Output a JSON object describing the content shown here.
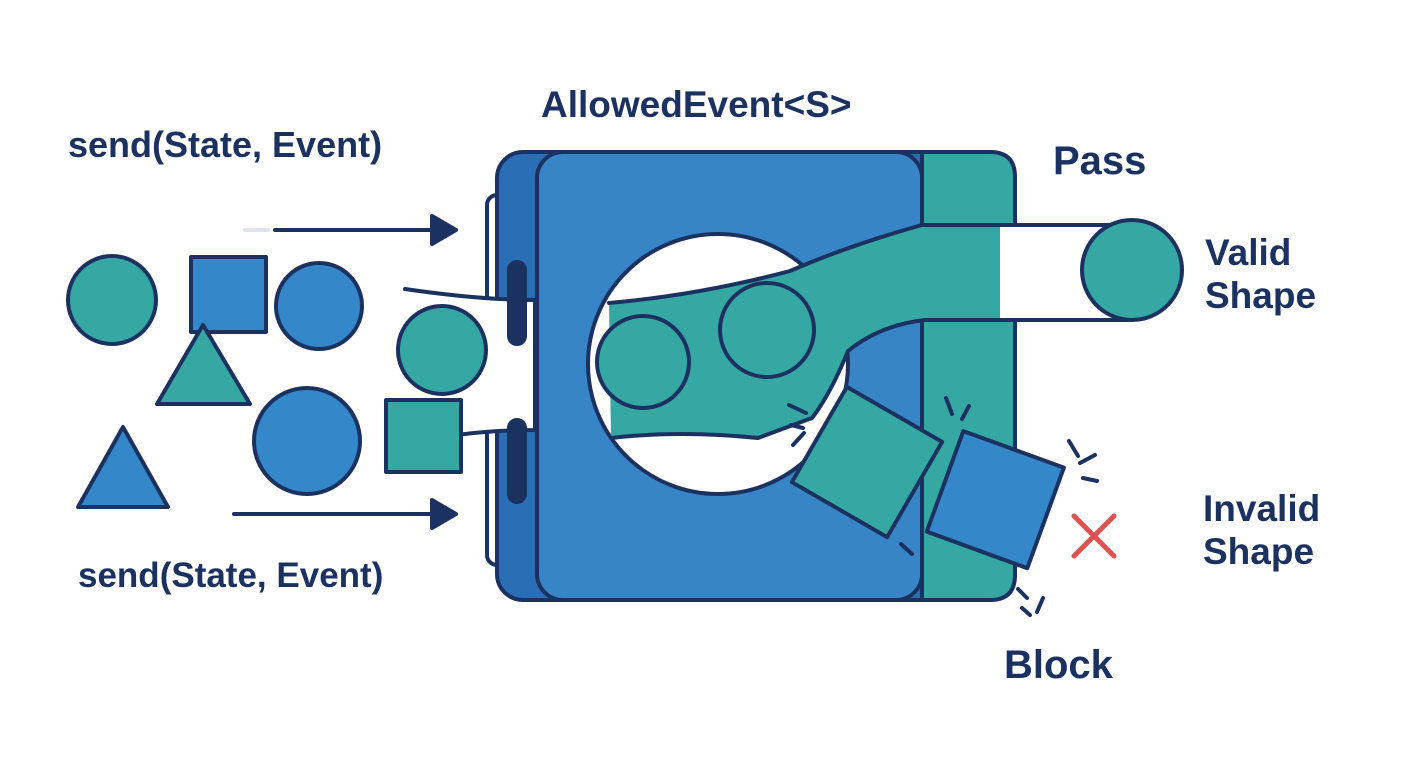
{
  "labels": {
    "gate_type": "AllowedEvent<S>",
    "send_top": "send(State, Event)",
    "send_bottom": "send(State, Event)",
    "pass": "Pass",
    "valid_line1": "Valid",
    "valid_line2": "Shape",
    "invalid_line1": "Invalid",
    "invalid_line2": "Shape",
    "block": "Block"
  },
  "colors": {
    "ink": "#1b3261",
    "teal": "#35a8a4",
    "blue": "#3487c8",
    "gate_blue": "#3785c7",
    "gate_dark": "#2a6eb6",
    "reject": "#e05252",
    "background": "#ffffff"
  },
  "icons": {
    "reject_mark": "x-icon",
    "flow_arrows": "arrow-right-icon"
  }
}
